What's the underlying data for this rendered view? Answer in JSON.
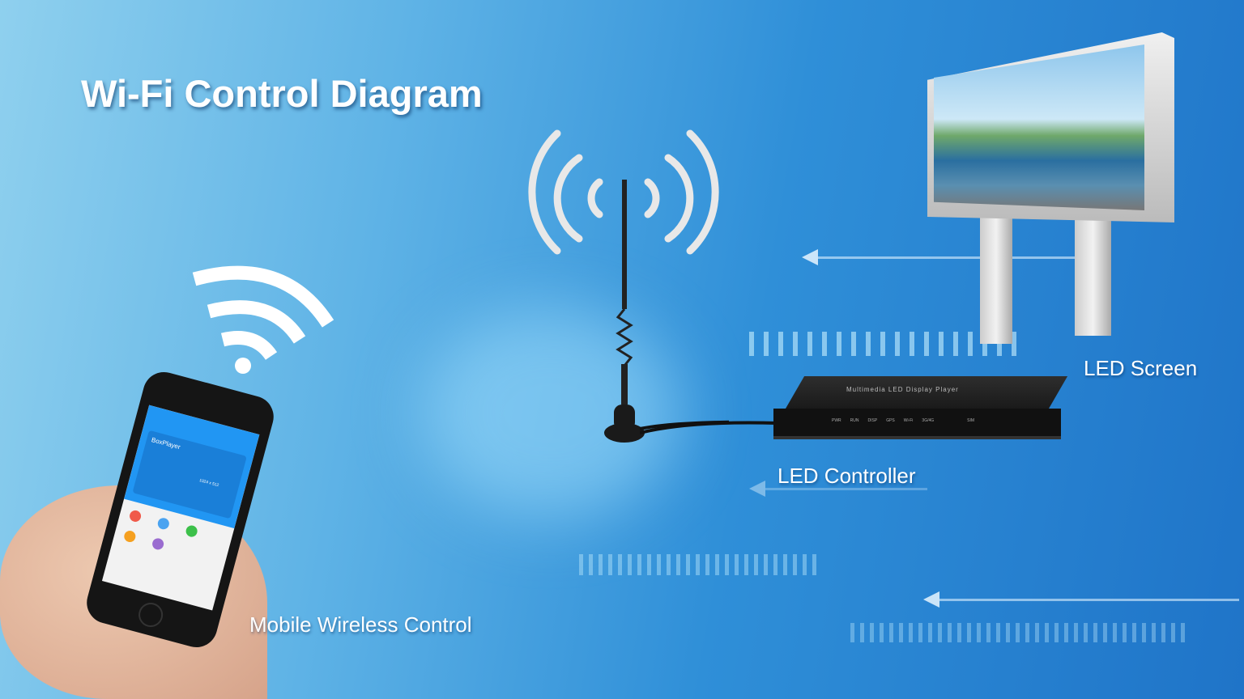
{
  "title": "Wi-Fi Control Diagram",
  "labels": {
    "screen": "LED Screen",
    "controller": "LED Controller",
    "mobile": "Mobile Wireless Control"
  },
  "controller": {
    "name": "Multimedia LED Display Player",
    "indicators": [
      "PWR",
      "RUN",
      "DISP",
      "GPS",
      "Wi-Fi",
      "3G/4G"
    ],
    "port": "SIM"
  },
  "phone": {
    "app_name": "BoxPlayer",
    "resolution": "1024 x 512"
  },
  "icons": [
    "wifi-waves-icon",
    "antenna-icon",
    "wifi-signal-icon"
  ],
  "colors": {
    "accent": "#1f74c8",
    "app_blue": "#2196f3"
  }
}
